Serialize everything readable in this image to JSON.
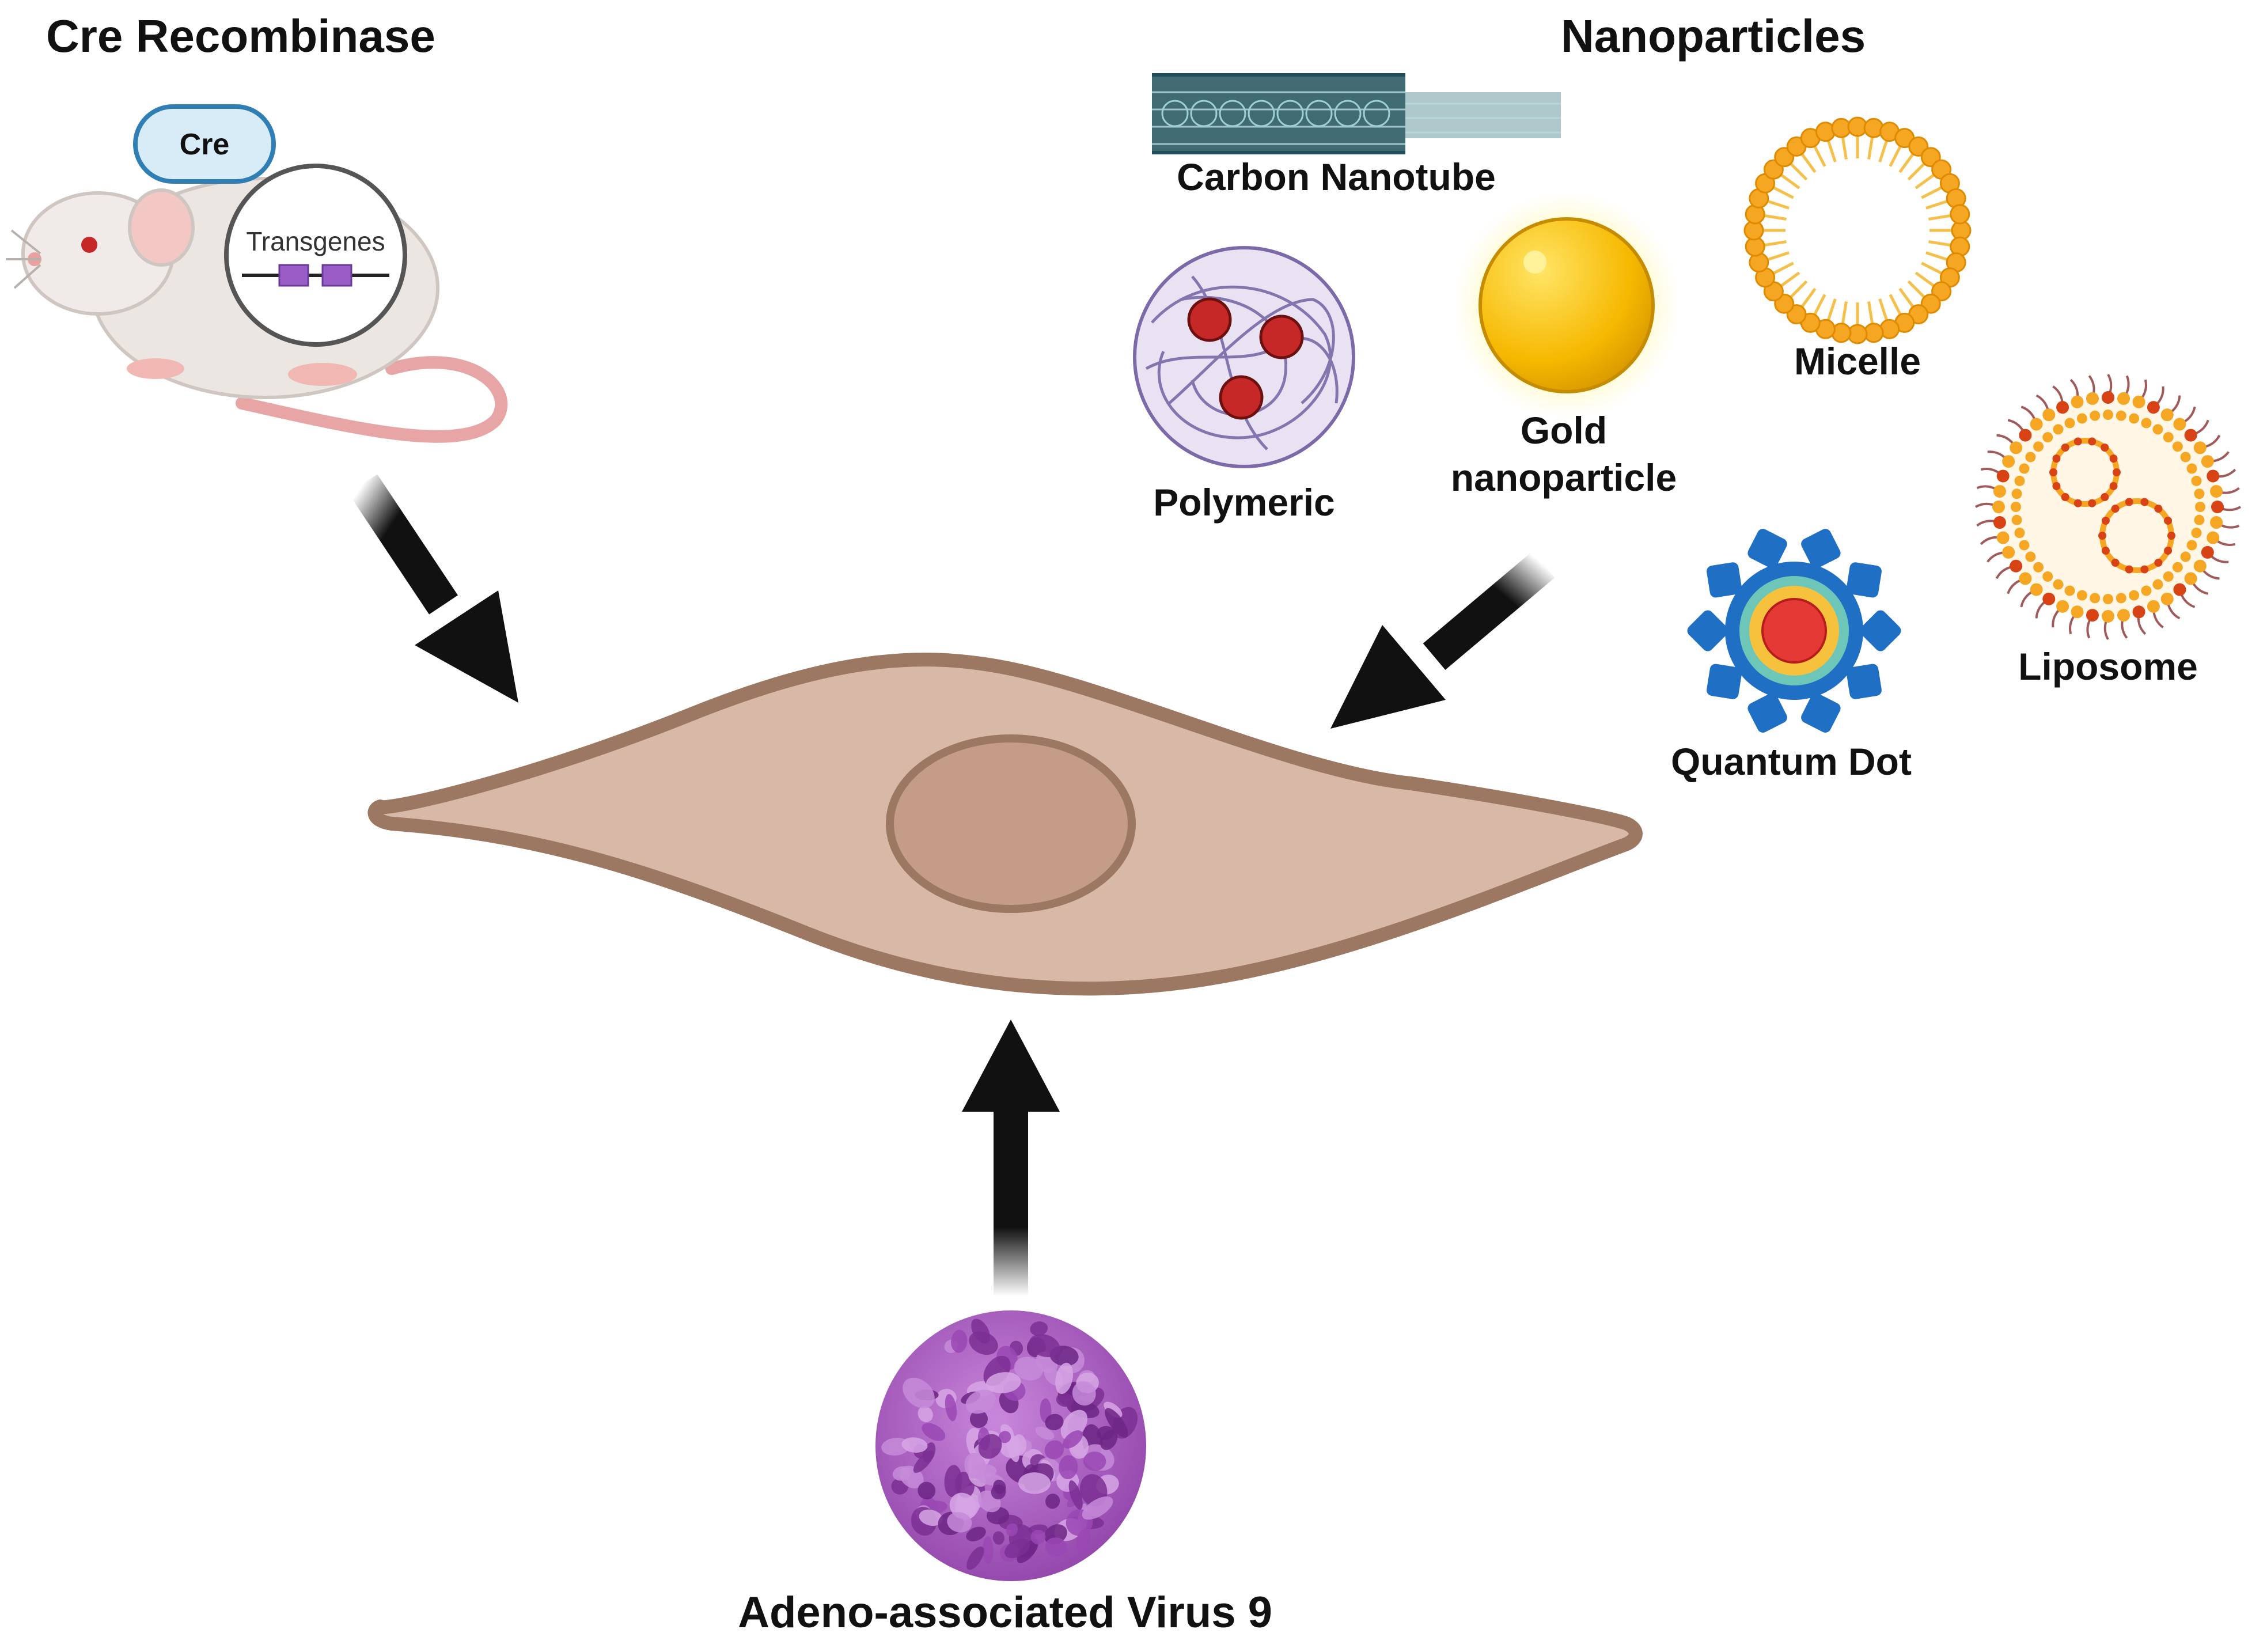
{
  "headings": {
    "cre_recombinase": "Cre Recombinase",
    "nanoparticles": "Nanoparticles"
  },
  "mouse": {
    "cre_tag": "Cre",
    "transgenes": "Transgenes"
  },
  "nanoparticle_labels": {
    "carbon_nanotube": "Carbon Nanotube",
    "micelle": "Micelle",
    "polymeric": "Polymeric",
    "gold_line1": "Gold",
    "gold_line2": "nanoparticle",
    "liposome": "Liposome",
    "quantum_dot": "Quantum Dot"
  },
  "virus": {
    "label": "Adeno-associated Virus 9"
  },
  "colors": {
    "cell_fill": "#d8b8a7",
    "cell_border": "#9c7762",
    "nucleus_fill": "#c59c88",
    "arrow": "#111111",
    "gold": "#f6c000",
    "micelle": "#f5a623",
    "quantum_blue": "#1f6fc4",
    "quantum_core": "#e53935",
    "virus_purple": "#a25ab8",
    "polymer_red": "#c62828",
    "nanotube": "#1f4d5a",
    "cre_tag": "#d7ecf7"
  }
}
